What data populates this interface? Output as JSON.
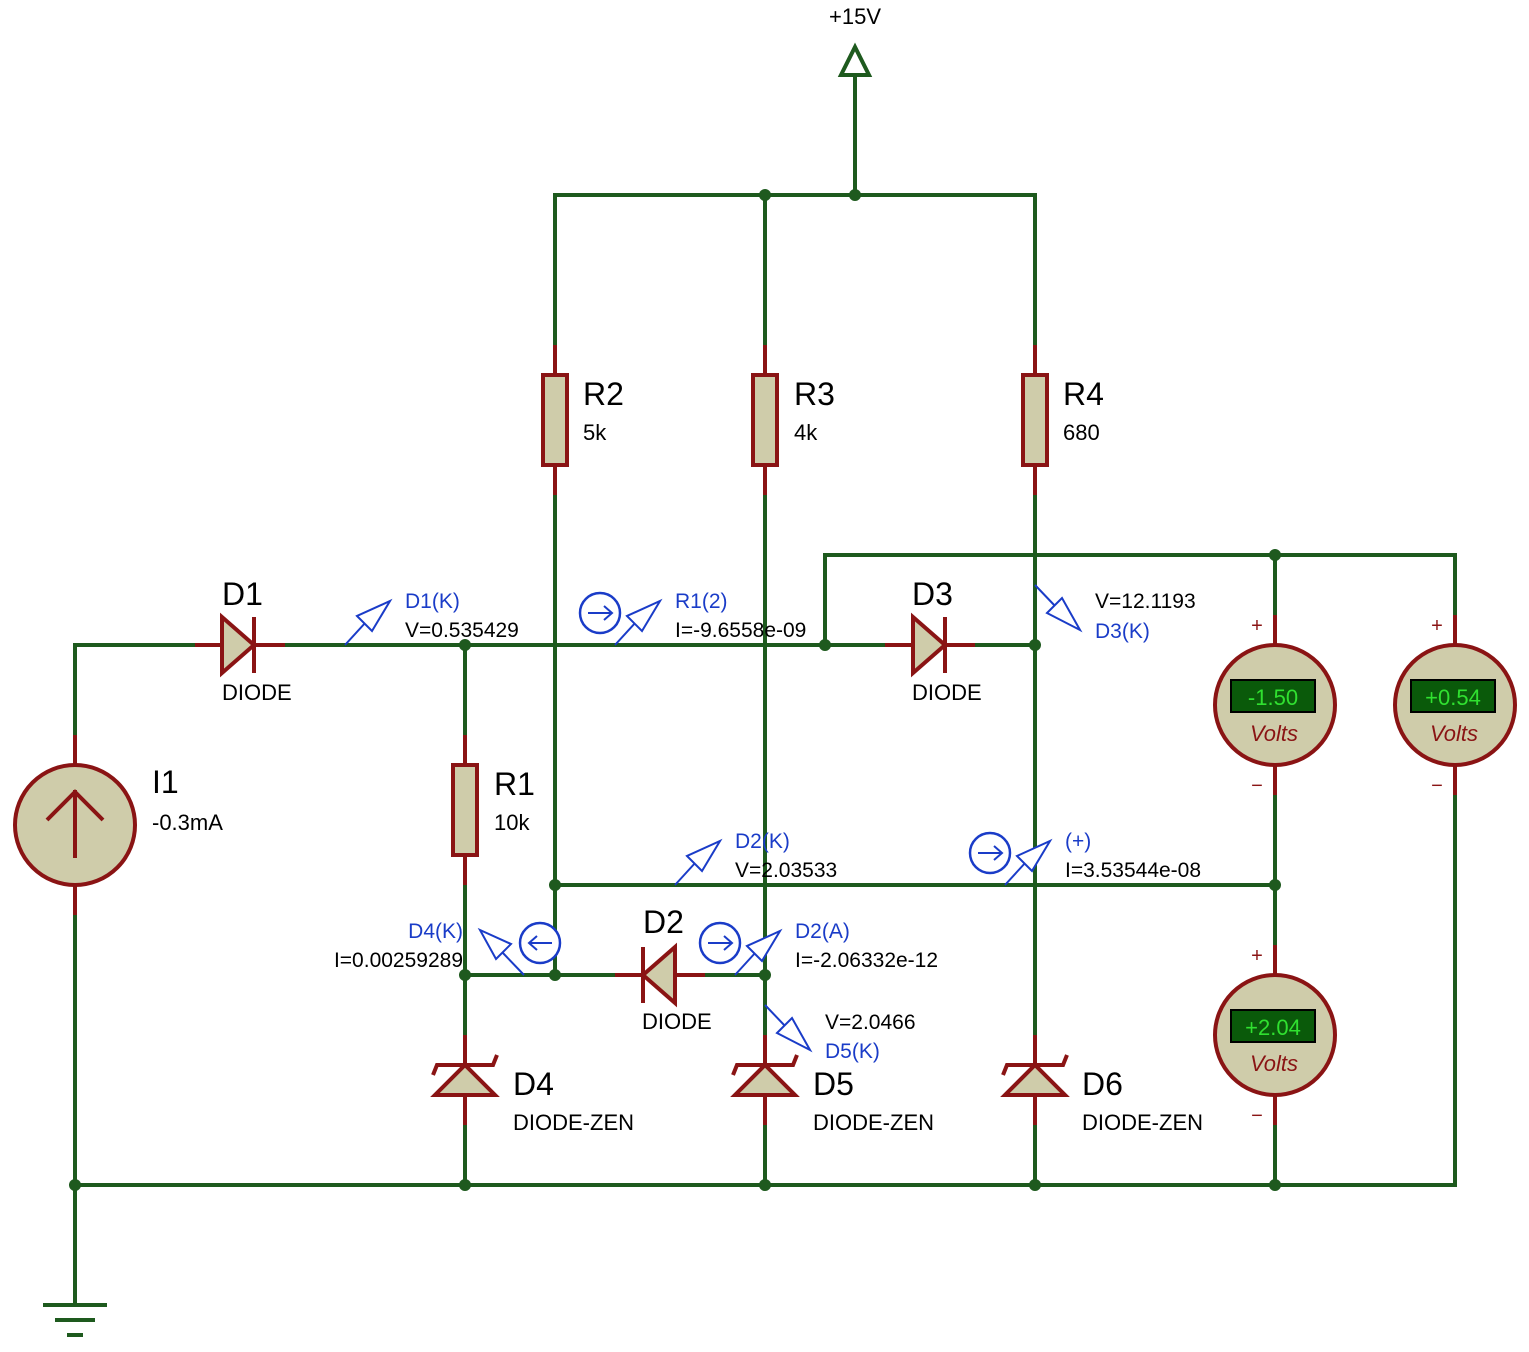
{
  "power": {
    "label": "+15V"
  },
  "components": {
    "I1": {
      "ref": "I1",
      "value": "-0.3mA"
    },
    "R1": {
      "ref": "R1",
      "value": "10k"
    },
    "R2": {
      "ref": "R2",
      "value": "5k"
    },
    "R3": {
      "ref": "R3",
      "value": "4k"
    },
    "R4": {
      "ref": "R4",
      "value": "680"
    },
    "D1": {
      "ref": "D1",
      "value": "DIODE"
    },
    "D2": {
      "ref": "D2",
      "value": "DIODE"
    },
    "D3": {
      "ref": "D3",
      "value": "DIODE"
    },
    "D4": {
      "ref": "D4",
      "value": "DIODE-ZEN"
    },
    "D5": {
      "ref": "D5",
      "value": "DIODE-ZEN"
    },
    "D6": {
      "ref": "D6",
      "value": "DIODE-ZEN"
    }
  },
  "probes": {
    "d1k": {
      "name": "D1(K)",
      "reading": "V=0.535429"
    },
    "r1": {
      "name": "R1(2)",
      "reading": "I=-9.6558e-09"
    },
    "d3k": {
      "name": "D3(K)",
      "reading": "V=12.1193"
    },
    "d2k": {
      "name": "D2(K)",
      "reading": "V=2.03533"
    },
    "plus": {
      "name": "(+)",
      "reading": "I=3.53544e-08"
    },
    "d4k": {
      "name": "D4(K)",
      "reading": "I=0.00259289"
    },
    "d2a": {
      "name": "D2(A)",
      "reading": "I=-2.06332e-12"
    },
    "d5k": {
      "name": "D5(K)",
      "reading": "V=2.0466"
    }
  },
  "meters": [
    {
      "display": "-1.50",
      "unit": "Volts",
      "plus": "+",
      "minus": "−"
    },
    {
      "display": "+0.54",
      "unit": "Volts",
      "plus": "+",
      "minus": "−"
    },
    {
      "display": "+2.04",
      "unit": "Volts",
      "plus": "+",
      "minus": "−"
    }
  ],
  "colors": {
    "wire": "#1e5a1e",
    "component": "#8a1414",
    "body_fill": "#cfccaa",
    "probe": "#1a3cc8",
    "lcd_bg": "#0a5a0a",
    "lcd_text": "#30e030"
  }
}
